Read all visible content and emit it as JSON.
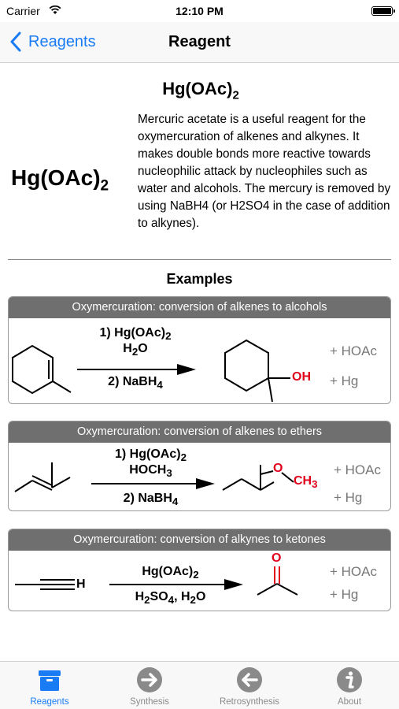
{
  "status_bar": {
    "carrier": "Carrier",
    "time": "12:10 PM"
  },
  "nav": {
    "back_label": "Reagents",
    "title": "Reagent"
  },
  "reagent": {
    "title_main": "Hg(OAc)",
    "title_sub": "2",
    "description": "Mercuric acetate is a useful reagent for the oxymercuration of alkenes and alkynes. It makes double bonds more reactive towards nucleophilic attack by nucleophiles such as water and alcohols. The mercury is removed by using NaBH4 (or H2SO4 in the case of addition to alkynes)."
  },
  "examples_heading": "Examples",
  "examples": [
    {
      "title": "Oxymercuration: conversion of alkenes to alcohols",
      "above": [
        "1) Hg(OAc)",
        "2",
        "H",
        "2",
        "O"
      ],
      "below": [
        "2) NaBH",
        "4"
      ],
      "product_label": "OH",
      "side": [
        "+ HOAc",
        "+ Hg"
      ]
    },
    {
      "title": "Oxymercuration: conversion of alkenes to ethers",
      "above": [
        "1) Hg(OAc)",
        "2",
        "HOCH",
        "3"
      ],
      "below": [
        "2) NaBH",
        "4"
      ],
      "product_labels": [
        "O",
        "CH",
        "3"
      ],
      "side": [
        "+ HOAc",
        "+ Hg"
      ]
    },
    {
      "title": "Oxymercuration: conversion of alkynes to ketones",
      "reactant_label": "H",
      "above": [
        "Hg(OAc)",
        "2"
      ],
      "below": [
        "H",
        "2",
        "SO",
        "4",
        ", H",
        "2",
        "O"
      ],
      "product_label": "O",
      "side": [
        "+ HOAc",
        "+ Hg"
      ]
    }
  ],
  "tabs": [
    {
      "label": "Reagents",
      "icon": "box-icon",
      "active": true
    },
    {
      "label": "Synthesis",
      "icon": "arrow-right-circle-icon",
      "active": false
    },
    {
      "label": "Retrosynthesis",
      "icon": "arrow-left-circle-icon",
      "active": false
    },
    {
      "label": "About",
      "icon": "info-circle-icon",
      "active": false
    }
  ],
  "colors": {
    "accent": "#1a7cf5",
    "oxygen": "#e0001a",
    "card_header": "#6f6f6f",
    "tab_inactive": "#8a8a8a"
  }
}
